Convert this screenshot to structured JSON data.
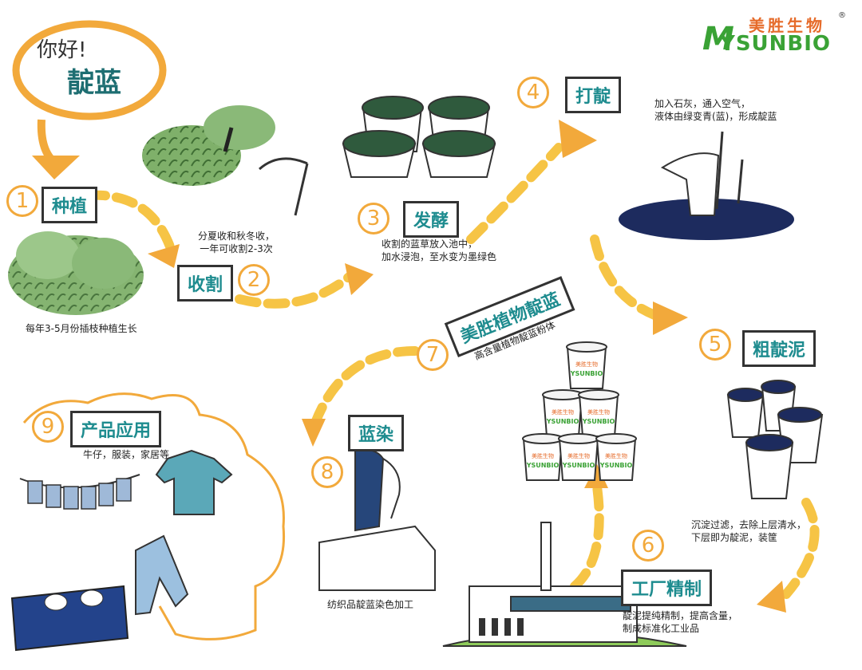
{
  "brand": {
    "name_cn": "美胜生物",
    "name_en": "YSUNBIO",
    "mark": "M",
    "reg": "®"
  },
  "greeting": {
    "hello": "你好!",
    "title": "靛蓝"
  },
  "steps": [
    {
      "num": "1",
      "label": "种植",
      "desc": "每年3-5月份插枝种植生长"
    },
    {
      "num": "2",
      "label": "收割",
      "desc": "分夏收和秋冬收，\n一年可收割2-3次"
    },
    {
      "num": "3",
      "label": "发酵",
      "desc": "收割的蓝草放入池中，\n加水浸泡，至水变为墨绿色"
    },
    {
      "num": "4",
      "label": "打靛",
      "desc": "加入石灰，通入空气，\n液体由绿变青(蓝)，形成靛蓝"
    },
    {
      "num": "5",
      "label": "粗靛泥",
      "desc": "沉淀过滤，去除上层清水，\n下层即为靛泥，装筐"
    },
    {
      "num": "6",
      "label": "工厂精制",
      "desc": "靛泥提纯精制，提高含量，\n制成标准化工业品"
    },
    {
      "num": "7",
      "label": "美胜植物靛蓝",
      "desc": "高含量植物靛蓝粉体"
    },
    {
      "num": "8",
      "label": "蓝染",
      "desc": "纺织品靛蓝染色加工"
    },
    {
      "num": "9",
      "label": "产品应用",
      "desc": "牛仔，服装，家居等"
    }
  ],
  "bucket_label": "美胜生物",
  "bucket_brand": "YSUNBIO",
  "colors": {
    "accent": "#f2a93b",
    "teal": "#1e8c8f",
    "indigo": "#1d2b5e",
    "green": "#3aa235",
    "orange": "#e66b2a"
  }
}
